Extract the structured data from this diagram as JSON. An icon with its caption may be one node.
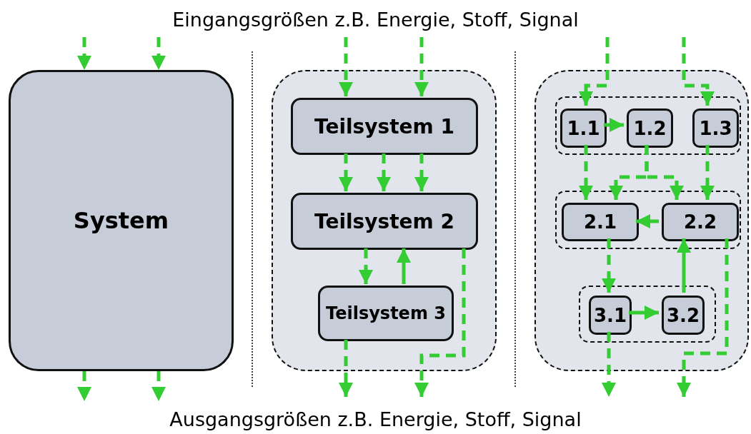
{
  "diagram": {
    "nodes": [
      {
        "text": [
          "System"
        ]
      },
      {
        "text": [],
        "shape": "box"
      },
      {
        "text": [
          "Teilsystem 1"
        ],
        "in": 1
      },
      {
        "text": [
          "Teilsystem 2"
        ],
        "in": 1
      },
      {
        "text": [
          "Teilsystem 3"
        ],
        "in": 1
      },
      {
        "text": [],
        "shape": "box"
      },
      {
        "text": [],
        "shape": "box",
        "in": 5
      },
      {
        "text": [
          "1.1"
        ],
        "in": 6
      },
      {
        "text": [
          "1.2"
        ],
        "in": 6
      },
      {
        "text": [
          "1.3"
        ],
        "in": 6
      },
      {
        "text": [],
        "shape": "box",
        "in": 5
      },
      {
        "text": [
          "2.1"
        ],
        "in": 10
      },
      {
        "text": [
          "2.2"
        ],
        "in": 10
      },
      {
        "text": [],
        "shape": "box",
        "in": 5
      },
      {
        "text": [
          "3.1"
        ],
        "in": 13
      },
      {
        "text": [
          "3.2"
        ],
        "in": 13
      }
    ],
    "edges": [
      {
        "from": null,
        "to": 0,
        "arrow": "to",
        "style": "dashed"
      },
      {
        "from": null,
        "to": 0,
        "arrow": "to",
        "style": "dashed"
      },
      {
        "from": 0,
        "to": null,
        "arrow": "to",
        "style": "dashed"
      },
      {
        "from": 0,
        "to": null,
        "arrow": "to",
        "style": "dashed"
      },
      {
        "from": null,
        "to": 2,
        "arrow": "to",
        "style": "dashed"
      },
      {
        "from": null,
        "to": 2,
        "arrow": "to",
        "style": "dashed"
      },
      {
        "from": 2,
        "to": 3,
        "arrow": "to",
        "style": "dashed"
      },
      {
        "from": 2,
        "to": 3,
        "arrow": "to",
        "style": "dashed"
      },
      {
        "from": 2,
        "to": 3,
        "arrow": "to",
        "style": "dashed"
      },
      {
        "from": 3,
        "to": 4,
        "arrow": "to",
        "style": "dashed"
      },
      {
        "from": 4,
        "to": 3,
        "arrow": "to"
      },
      {
        "from": 4,
        "to": null,
        "arrow": "to",
        "style": "dashed"
      },
      {
        "from": 3,
        "to": null,
        "arrow": "to",
        "style": "dashed"
      },
      {
        "from": null,
        "to": 7,
        "arrow": "to",
        "style": "dashed"
      },
      {
        "from": null,
        "to": 9,
        "arrow": "to",
        "style": "dashed"
      },
      {
        "from": 7,
        "to": 8,
        "arrow": "to"
      },
      {
        "from": 7,
        "to": 11,
        "arrow": "to",
        "style": "dashed"
      },
      {
        "from": 8,
        "to": 11,
        "arrow": "to",
        "style": "dashed"
      },
      {
        "from": 8,
        "to": 12,
        "arrow": "to",
        "style": "dashed"
      },
      {
        "from": 9,
        "to": 12,
        "arrow": "to",
        "style": "dashed"
      },
      {
        "from": 12,
        "to": 11,
        "arrow": "to"
      },
      {
        "from": 11,
        "to": 14,
        "arrow": "to",
        "style": "dashed"
      },
      {
        "from": 14,
        "to": 15,
        "arrow": "to"
      },
      {
        "from": 15,
        "to": 12,
        "arrow": "to"
      },
      {
        "from": 14,
        "to": null,
        "arrow": "to",
        "style": "dashed"
      },
      {
        "from": 12,
        "to": null,
        "arrow": "to",
        "style": "dashed"
      }
    ],
    "labels": [
      "Eingangsgrößen z.B. Energie, Stoff, Signal",
      "Ausgangsgrößen z.B. Energie, Stoff, Signal"
    ]
  }
}
